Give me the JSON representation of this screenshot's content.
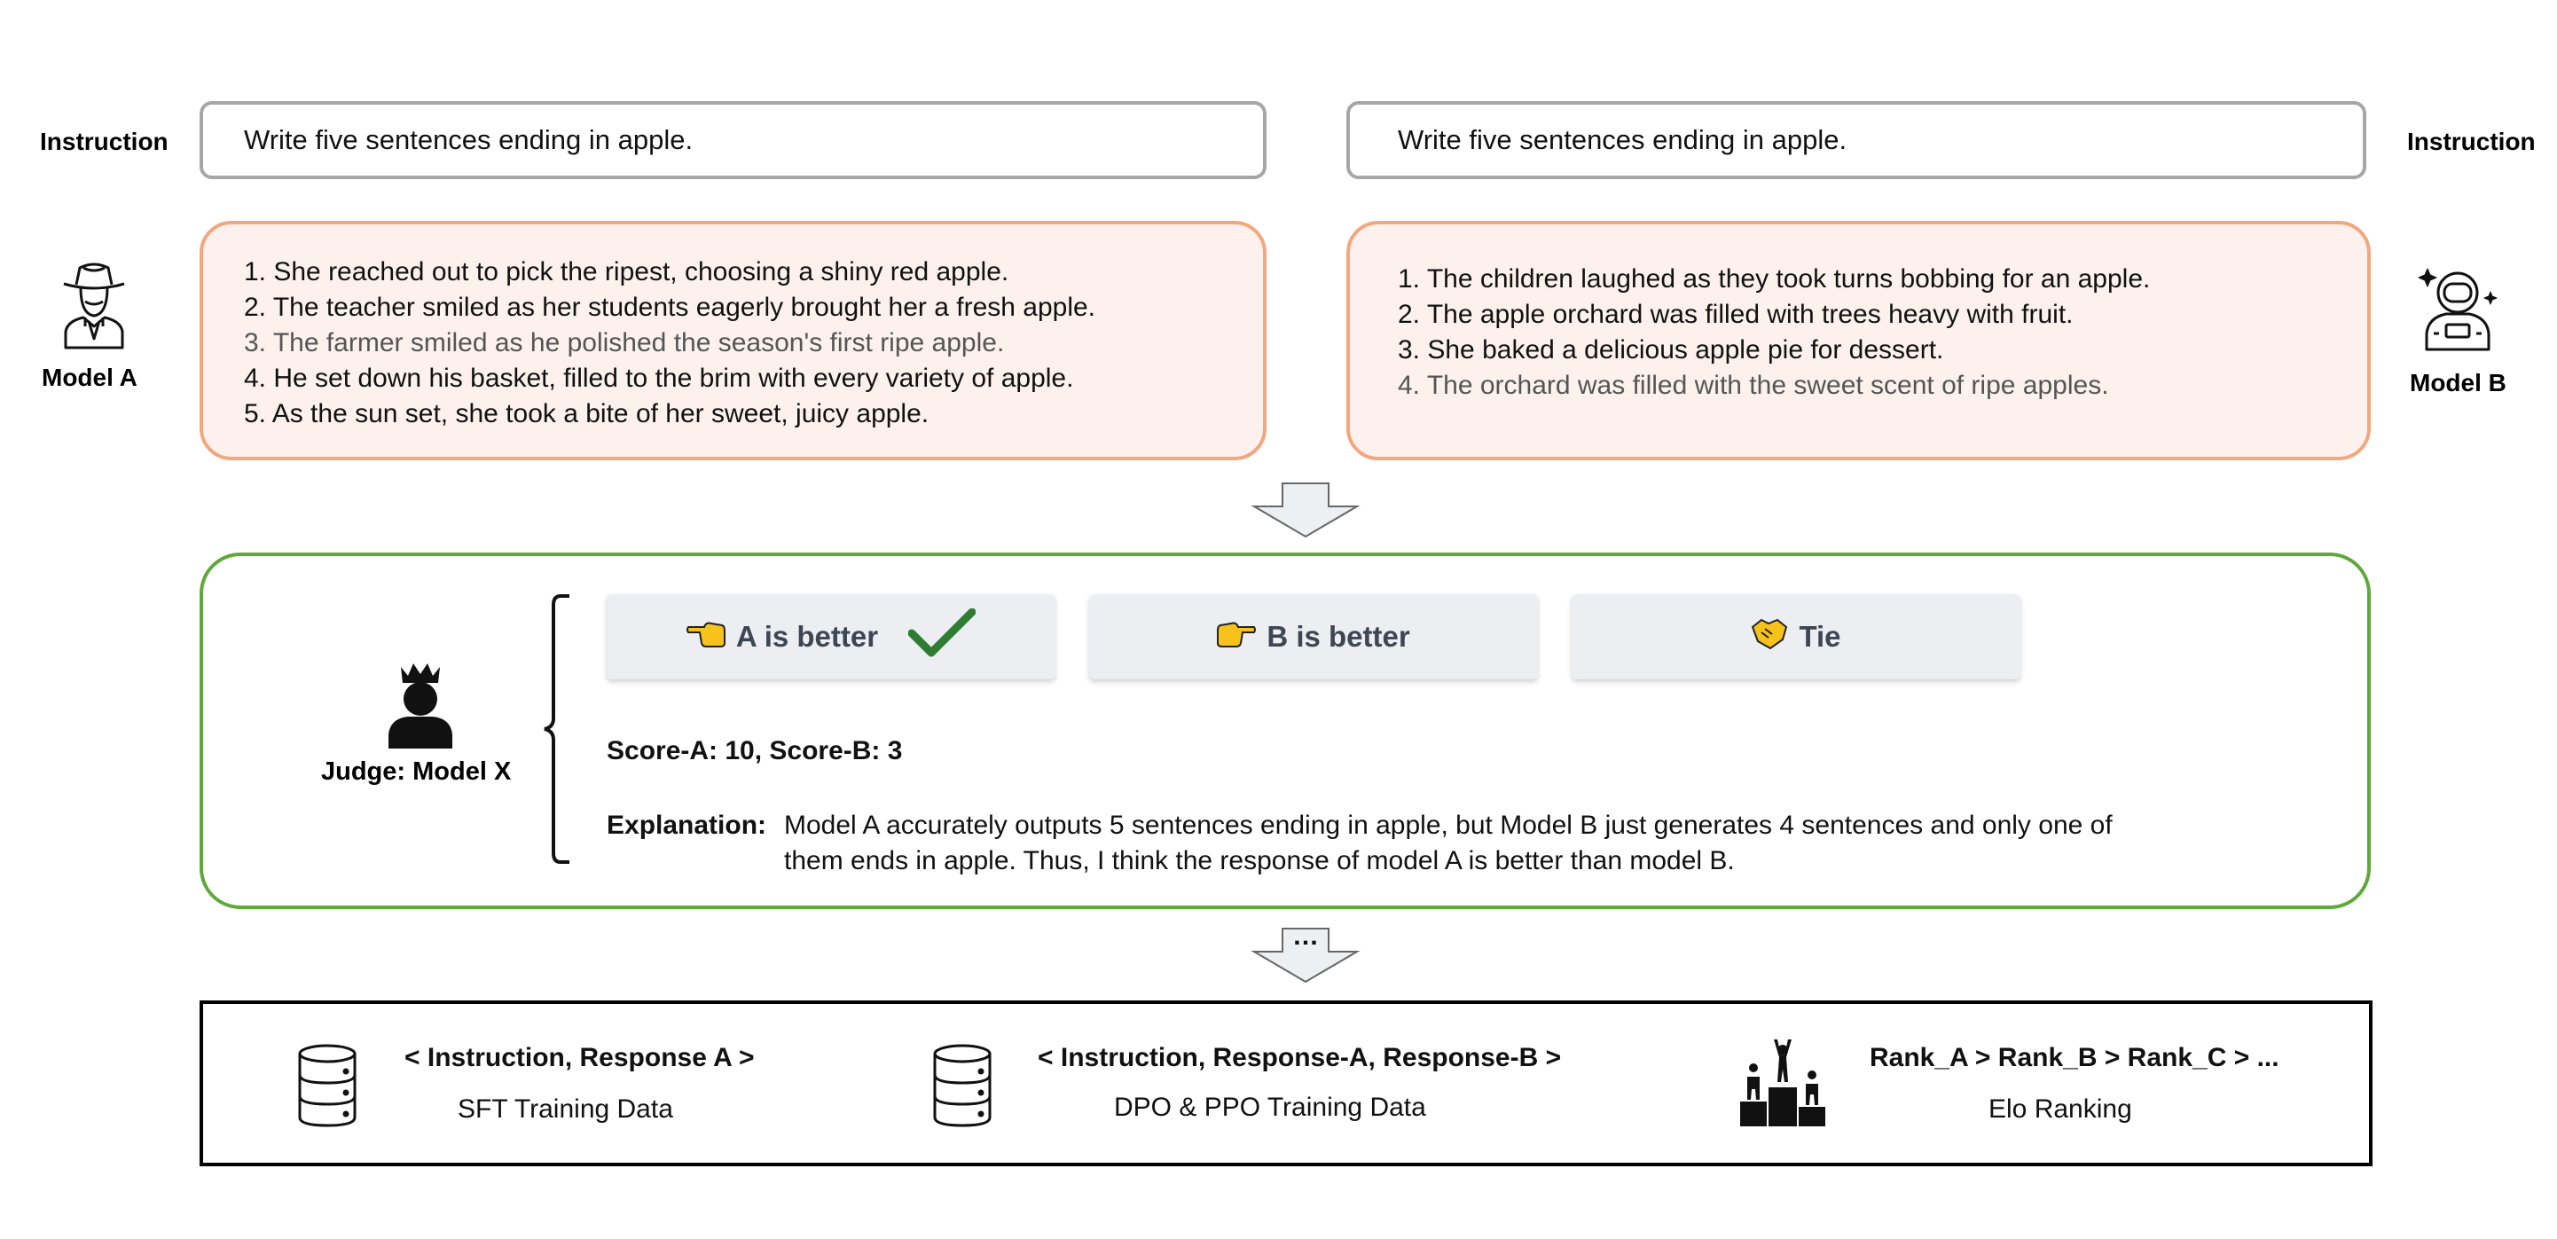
{
  "instruction": {
    "label": "Instruction",
    "text": "Write five sentences ending in apple."
  },
  "model_a": {
    "name": "Model A",
    "responses": [
      "1. She reached out to pick the ripest, choosing a shiny red apple.",
      "2. The teacher smiled as her students eagerly brought her a fresh apple.",
      "3. The farmer smiled as he polished the season's first ripe apple.",
      "4. He set down his basket, filled to the brim with every variety of apple.",
      "5. As the sun set, she took a bite of her sweet, juicy apple."
    ]
  },
  "model_b": {
    "name": "Model B",
    "responses": [
      "1. The children laughed as they took turns bobbing for an apple.",
      "2. The apple orchard was filled with trees heavy with fruit.",
      "3. She baked a delicious apple pie for dessert.",
      "4. The orchard was filled with the sweet scent of ripe apples."
    ]
  },
  "judge": {
    "name": "Judge: Model X",
    "buttons": {
      "a_better": "A is better",
      "b_better": "B is better",
      "tie": "Tie"
    },
    "score": "Score-A: 10, Score-B: 3",
    "explanation_label": "Explanation:",
    "explanation_line1": "Model A accurately outputs 5 sentences ending in apple, but Model B just generates 4 sentences and only one of",
    "explanation_line2": "them ends in apple. Thus, I think the response of model A is better than model B."
  },
  "outputs": {
    "ellipsis": "…",
    "sft_title": "< Instruction, Response A >",
    "sft_label": "SFT Training Data",
    "dpo_title": "< Instruction, Response-A, Response-B >",
    "dpo_label": "DPO & PPO Training Data",
    "elo_title": "Rank_A > Rank_B > Rank_C > ...",
    "elo_label": "Elo Ranking"
  },
  "colors": {
    "response_border": "#f2a77f",
    "response_fill": "#fcf1ed",
    "judge_border": "#5fa83a",
    "check": "#2e7d32"
  }
}
